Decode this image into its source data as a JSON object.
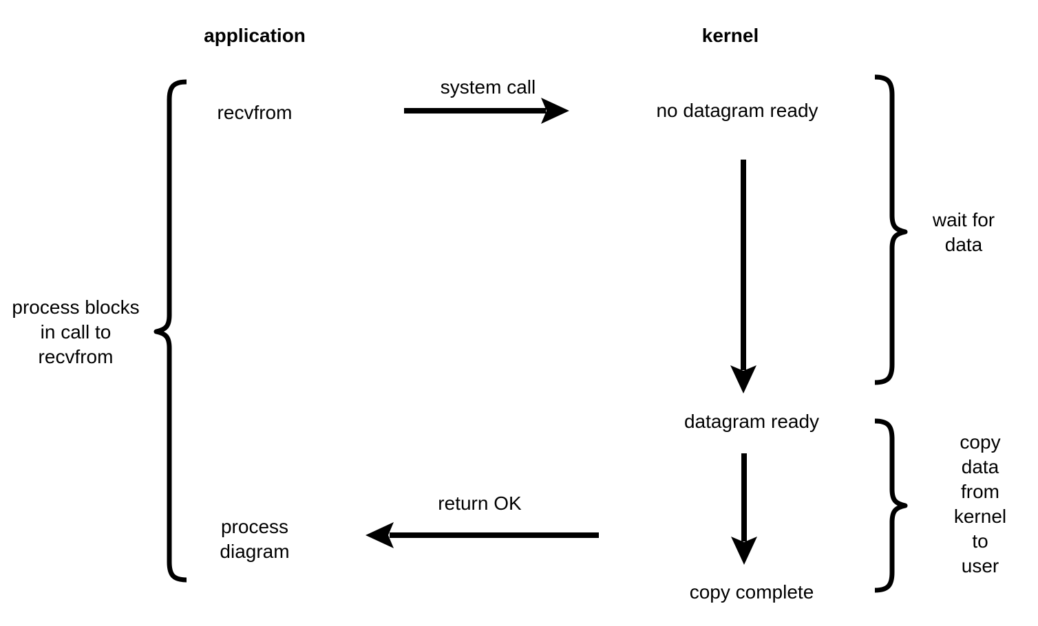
{
  "diagram": {
    "kind": "blocking-io-model",
    "colors": {
      "foreground": "#000000",
      "background": "#ffffff"
    },
    "headers": {
      "application": "application",
      "kernel": "kernel"
    },
    "application_side": {
      "recvfrom": "recvfrom",
      "process_diagram": "process\ndiagram",
      "process_blocks_annotation": "process blocks\nin call to\nrecvfrom"
    },
    "kernel_side": {
      "no_datagram_ready": "no datagram ready",
      "datagram_ready": "datagram ready",
      "copy_complete": "copy complete",
      "wait_annotation": "wait for\ndata",
      "copy_annotation": "copy data\nfrom kernel\nto user"
    },
    "transitions": {
      "system_call": "system call",
      "return_ok": "return OK"
    }
  }
}
